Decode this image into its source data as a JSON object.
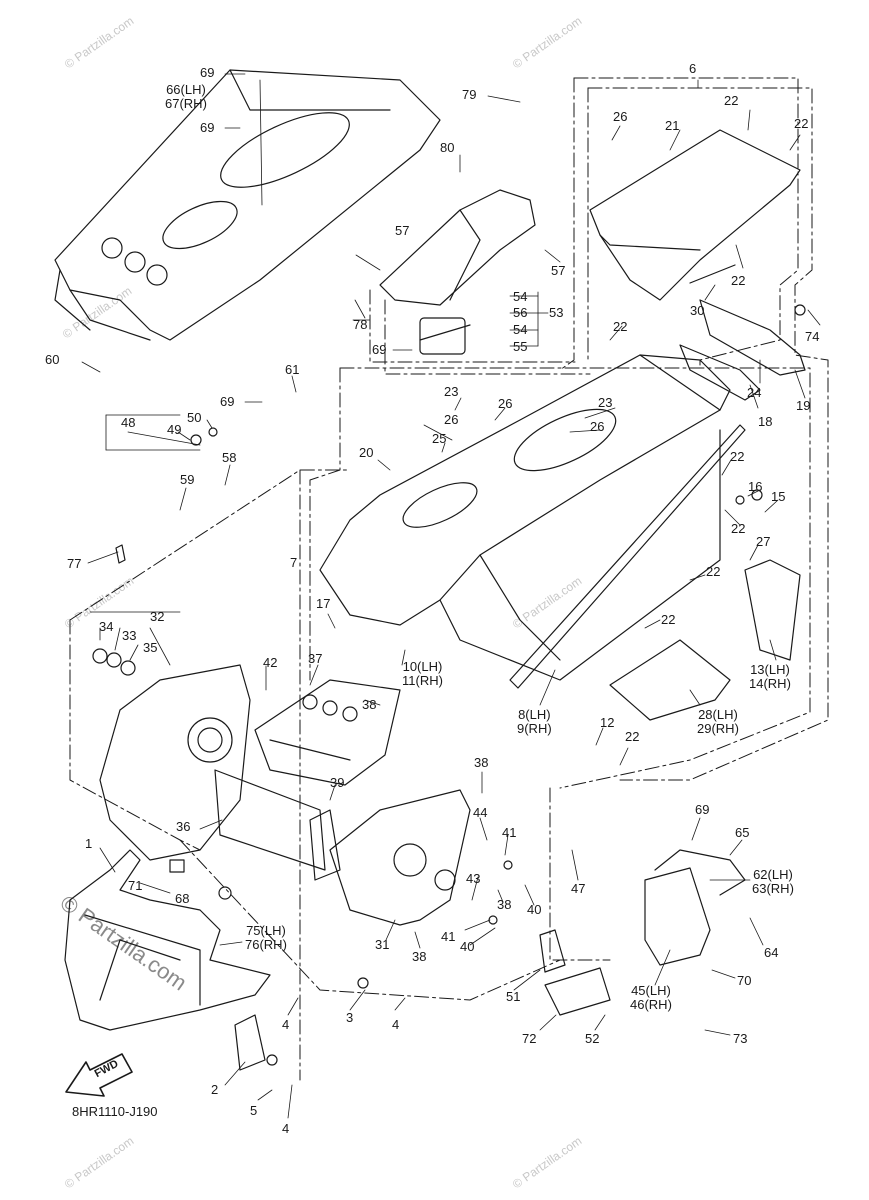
{
  "diagram_code": "8HR1110-J190",
  "fwd_label": "FWD",
  "watermark": "© Partzilla.com",
  "callouts": {
    "c1": "1",
    "c2": "2",
    "c3": "3",
    "c4a": "4",
    "c4b": "4",
    "c4c": "4",
    "c5": "5",
    "c6": "6",
    "c7": "7",
    "c8_9": "8(LH)\n9(RH)",
    "c10_11": "10(LH)\n11(RH)",
    "c12": "12",
    "c13_14": "13(LH)\n14(RH)",
    "c15": "15",
    "c16": "16",
    "c17": "17",
    "c18": "18",
    "c19": "19",
    "c20": "20",
    "c21": "21",
    "c22a": "22",
    "c22b": "22",
    "c22c": "22",
    "c22d": "22",
    "c22e": "22",
    "c22f": "22",
    "c22g": "22",
    "c22h": "22",
    "c22i": "22",
    "c23a": "23",
    "c23b": "23",
    "c24": "24",
    "c25": "25",
    "c26a": "26",
    "c26b": "26",
    "c26c": "26",
    "c26d": "26",
    "c27": "27",
    "c28_29": "28(LH)\n29(RH)",
    "c30": "30",
    "c31": "31",
    "c32": "32",
    "c33": "33",
    "c34": "34",
    "c35": "35",
    "c36": "36",
    "c37": "37",
    "c38a": "38",
    "c38b": "38",
    "c38c": "38",
    "c38d": "38",
    "c39": "39",
    "c40a": "40",
    "c40b": "40",
    "c41a": "41",
    "c41b": "41",
    "c42": "42",
    "c43": "43",
    "c44": "44",
    "c45_46": "45(LH)\n46(RH)",
    "c47": "47",
    "c48": "48",
    "c49": "49",
    "c50": "50",
    "c51": "51",
    "c52": "52",
    "c53": "53",
    "c54a": "54",
    "c54b": "54",
    "c55": "55",
    "c56": "56",
    "c57a": "57",
    "c57b": "57",
    "c58": "58",
    "c59": "59",
    "c60": "60",
    "c61": "61",
    "c62_63": "62(LH)\n63(RH)",
    "c64": "64",
    "c65": "65",
    "c66_67": "66(LH)\n67(RH)",
    "c68": "68",
    "c69a": "69",
    "c69b": "69",
    "c69c": "69",
    "c69d": "69",
    "c69e": "69",
    "c70": "70",
    "c71": "71",
    "c72": "72",
    "c73": "73",
    "c74": "74",
    "c75_76": "75(LH)\n76(RH)",
    "c77": "77",
    "c78": "78",
    "c79": "79",
    "c80": "80"
  }
}
